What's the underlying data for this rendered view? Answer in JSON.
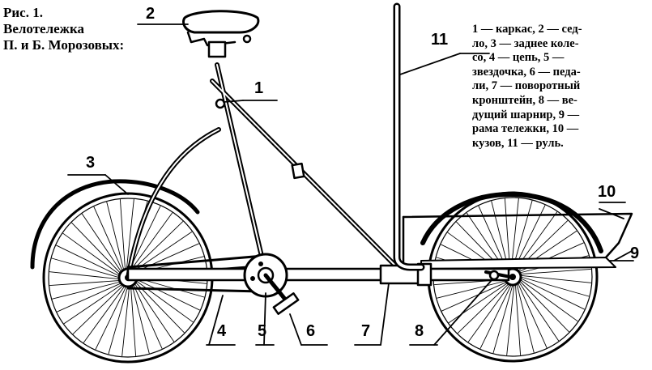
{
  "figure": {
    "caption_lines": [
      "Рис. 1.",
      "Велотележка",
      "П. и Б. Морозовых:"
    ]
  },
  "legend_lines": [
    "1 — каркас, 2 — сед-",
    "ло, 3 — заднее коле-",
    "со,   4 — цепь,   5 —",
    "звездочка, 6 — педа-",
    "ли, 7 — поворотный",
    "кронштейн, 8 — ве-",
    "дущий шарнир, 9 —",
    "рама тележки, 10 —",
    "кузов, 11 — руль."
  ],
  "callouts": {
    "c1": "1",
    "c2": "2",
    "c3": "3",
    "c4": "4",
    "c5": "5",
    "c6": "6",
    "c7": "7",
    "c8": "8",
    "c9": "9",
    "c10": "10",
    "c11": "11"
  },
  "colors": {
    "ink": "#000000",
    "paper": "#ffffff"
  }
}
